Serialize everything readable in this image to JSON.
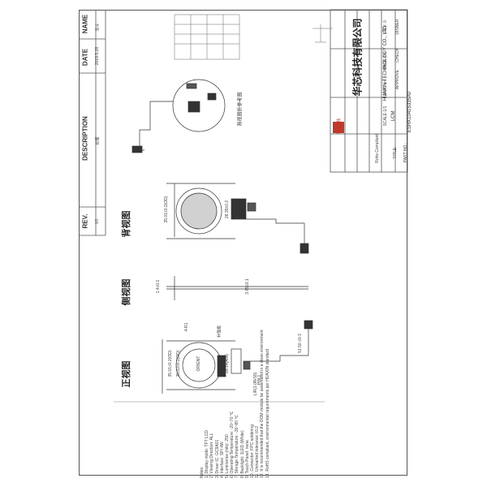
{
  "revision_table": {
    "headers": {
      "rev": "REV.",
      "description": "DESCRIPTION",
      "date": "DATE",
      "name": "NAME"
    },
    "row": {
      "rev": "V0",
      "description": "初版",
      "date": "2019.5.28",
      "name": "北斗"
    }
  },
  "views": {
    "front": "正视图",
    "side": "侧视图",
    "back": "背视图",
    "bend_ref": "背视图折参考图"
  },
  "dimensions": {
    "front_1": "35.01±0.2(OD)",
    "front_2": "28.14(A/A)",
    "front_3": "35.02±0.2(OD)",
    "front_4": "4-R1",
    "side_1": "1.4±0.1",
    "side_2": "3.65±0.1",
    "back_1": "35.01±0.2(OD)",
    "back_2": "28.35±0.2",
    "tail": "51.50 ±0.3"
  },
  "labels": {
    "fpc_label": "LIR(1.0N-55)",
    "fpc_pads": "PIN 1",
    "stiffener": "补强板",
    "panel_mark": "ORIENT"
  },
  "notes": [
    "Notes:",
    "1. Display mode: TFT LCD",
    "2. Viewing Direction: ALL",
    "3. Driver IC: GC9A01",
    "4. Interface: SPI 4W",
    "5. Luminance (nits): 250",
    "6. Operating Temperature: -20~70 ℃",
    "7. Storage Temperature: -30~80 ℃",
    "8. Backlight: 1LED (White)",
    "9. Touch Panel: none",
    "10. Connector: FPC soldering",
    "11. Unmarked tolerance ±0.2",
    "12. It is recommended that the DOM module be assembled in a clean environment",
    "13. RoHS compliant, environmental requirements per HUAXIN standard"
  ],
  "title_block": {
    "company_cn": "华芯科技有限公司",
    "company_en": "HUAXIN TECHNOLOGY CO., LTD",
    "logo_text": "华芯科技",
    "rohs": "Rohs Compliant",
    "scale": "SCALE:1/1",
    "unit": "UNIT:mm",
    "page": "PAGE:1/1",
    "rev": "REV: 0",
    "title_label": "TITLE:",
    "title_value": "LCM",
    "approve": "APPROVE",
    "check": "CHECK",
    "designer": "DISNER",
    "part_label": "PART NO.:",
    "part_no": "ESHX10415335A0"
  }
}
